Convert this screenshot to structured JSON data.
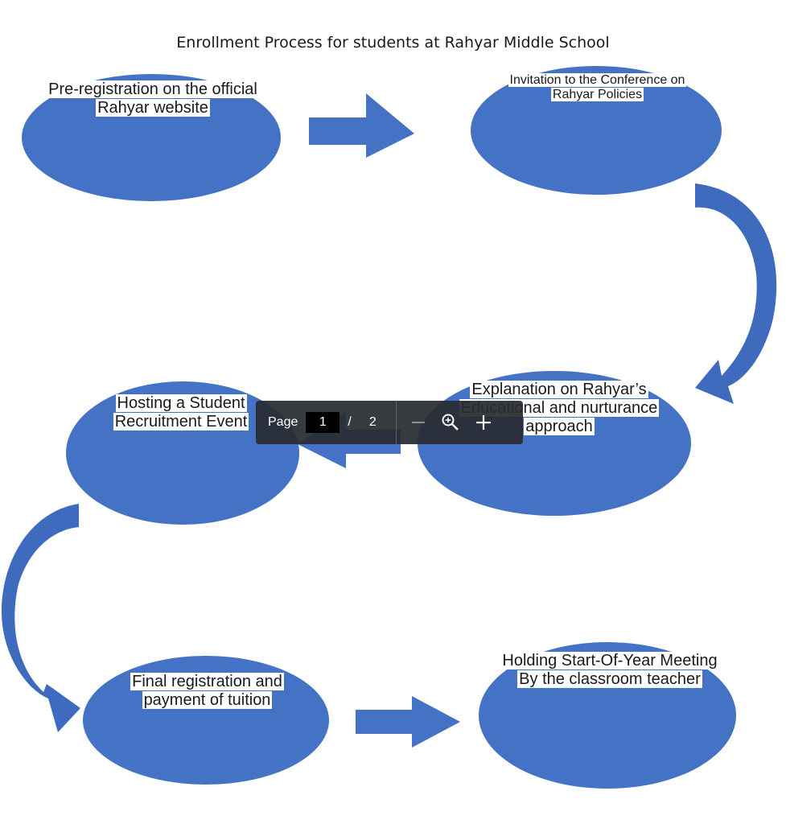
{
  "title": "Enrollment Process for students at Rahyar Middle School",
  "steps": [
    {
      "line1": "Pre-registration on the official",
      "line2": "Rahyar website"
    },
    {
      "line1": "Invitation to the Conference on",
      "line2": "Rahyar Policies"
    },
    {
      "line1": "Explanation on Rahyar’s",
      "line2": "Educational and nurturance",
      "line3": "approach"
    },
    {
      "line1": "Hosting a Student",
      "line2": "Recruitment Event"
    },
    {
      "line1": "Final registration and",
      "line2": "payment of tuition"
    },
    {
      "line1": "Holding Start-Of-Year Meeting",
      "line2": "By the classroom teacher"
    }
  ],
  "toolbar": {
    "page_label": "Page",
    "current_page": "1",
    "separator": "/",
    "total_pages": "2"
  },
  "colors": {
    "shape_fill": "#4472C4",
    "curved_arrow_fill": "#2F5DA8",
    "toolbar_bg": "#282C32"
  },
  "icons": [
    "minus-icon",
    "zoom-icon",
    "plus-icon"
  ]
}
